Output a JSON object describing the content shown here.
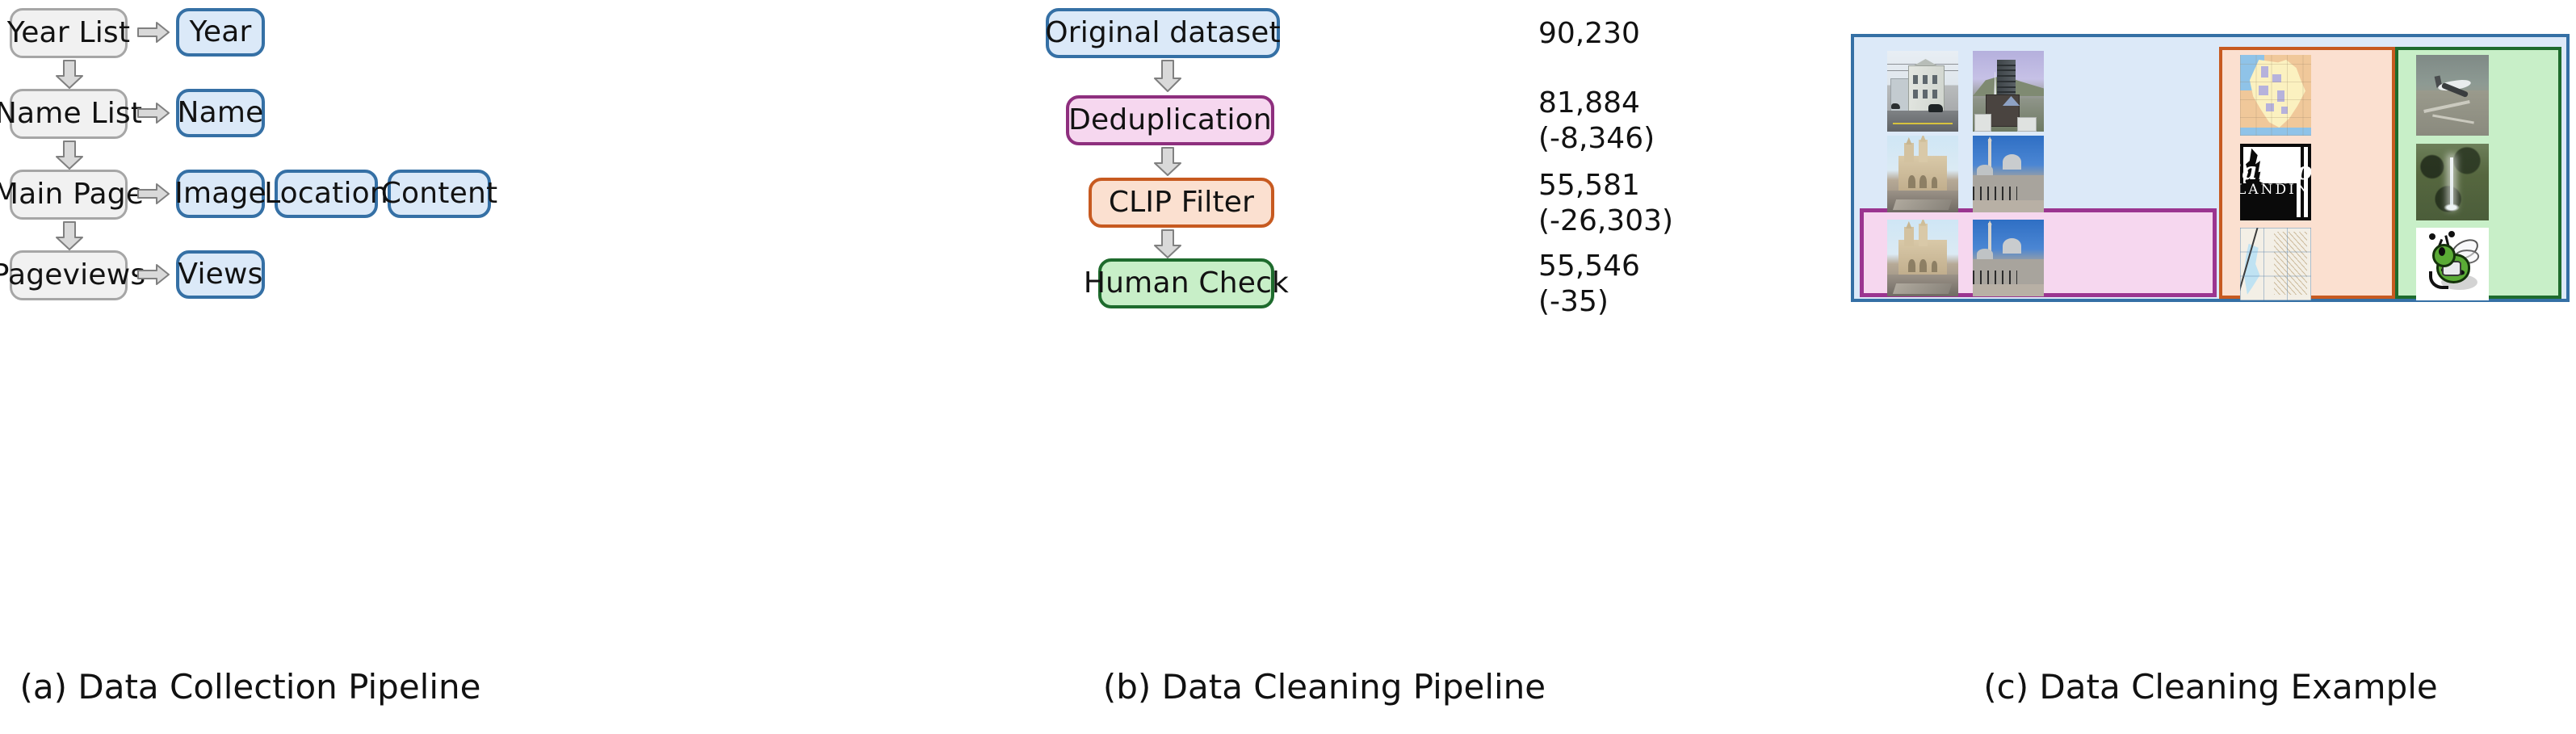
{
  "figure": {
    "background": "#ffffff",
    "panels": [
      {
        "id": "a",
        "caption": "(a) Data Collection Pipeline"
      },
      {
        "id": "b",
        "caption": "(b) Data Cleaning Pipeline"
      },
      {
        "id": "c",
        "caption": "(c) Data Cleaning Example"
      }
    ]
  },
  "panel_a": {
    "caption": "(a) Data Collection Pipeline",
    "source_nodes": [
      {
        "label": "Year List"
      },
      {
        "label": "Name List"
      },
      {
        "label": "Main Page"
      },
      {
        "label": "Pageviews"
      }
    ],
    "output_nodes": [
      {
        "label": "Year"
      },
      {
        "label": "Name"
      },
      {
        "label": "Image"
      },
      {
        "label": "Location"
      },
      {
        "label": "Content"
      },
      {
        "label": "Views"
      }
    ],
    "arrows": {
      "horizontal_count": 4,
      "vertical_count": 3
    },
    "colors": {
      "source_fill": "#f1f1f1",
      "source_border": "#a6a6a6",
      "output_fill": "#dbe9f8",
      "output_border": "#3570a5",
      "arrow_fill": "#d9d9d9",
      "arrow_border": "#808080"
    }
  },
  "panel_b": {
    "caption": "(b) Data Cleaning Pipeline",
    "steps": [
      {
        "label": "Original dataset",
        "count": "90,230",
        "delta": "",
        "fill": "#dbe9f8",
        "border": "#3570a5"
      },
      {
        "label": "Deduplication",
        "count": "81,884",
        "delta": "(-8,346)",
        "fill": "#f6d7ef",
        "border": "#8e2f7e"
      },
      {
        "label": "CLIP Filter",
        "count": "55,581",
        "delta": "(-26,303)",
        "fill": "#fbe0d0",
        "border": "#c75a20"
      },
      {
        "label": "Human Check",
        "count": "55,546",
        "delta": "(-35)",
        "fill": "#c8efc8",
        "border": "#1e6b2d"
      }
    ],
    "arrows": {
      "vertical_count": 3
    }
  },
  "panel_c": {
    "caption": "(c) Data Cleaning Example",
    "outer_group": {
      "name": "original-dataset-group",
      "fill": "#dce9f8",
      "border": "#3570a5"
    },
    "groups": [
      {
        "name": "clip-filter-group",
        "fill": "#fbe0d0",
        "border": "#c75a20"
      },
      {
        "name": "human-check-group",
        "fill": "#c8efc8",
        "border": "#1e6b2d"
      },
      {
        "name": "deduplication-group",
        "fill": "#f6d7ef",
        "border": "#9b3590"
      }
    ],
    "thumbnails": [
      {
        "name": "house-street-photo",
        "column": 1,
        "row": 1
      },
      {
        "name": "skyscraper-church-photo",
        "column": 2,
        "row": 1
      },
      {
        "name": "france-region-map",
        "column": 3,
        "row": 1
      },
      {
        "name": "airplane-aerial-photo",
        "column": 4,
        "row": 1
      },
      {
        "name": "leon-cathedral-photo",
        "column": 1,
        "row": 2
      },
      {
        "name": "mosque-photo",
        "column": 2,
        "row": 2
      },
      {
        "name": "barefoot-landing-logo",
        "column": 3,
        "row": 2
      },
      {
        "name": "waterfall-photo",
        "column": 4,
        "row": 2
      },
      {
        "name": "leon-cathedral-duplicate",
        "column": 1,
        "row": 3
      },
      {
        "name": "mosque-duplicate",
        "column": 2,
        "row": 3
      },
      {
        "name": "topographic-map",
        "column": 3,
        "row": 3
      },
      {
        "name": "bee-mascot-clipart",
        "column": 4,
        "row": 3
      }
    ],
    "logo_text": {
      "line1": "Barefoot",
      "line2": "LANDING"
    }
  }
}
